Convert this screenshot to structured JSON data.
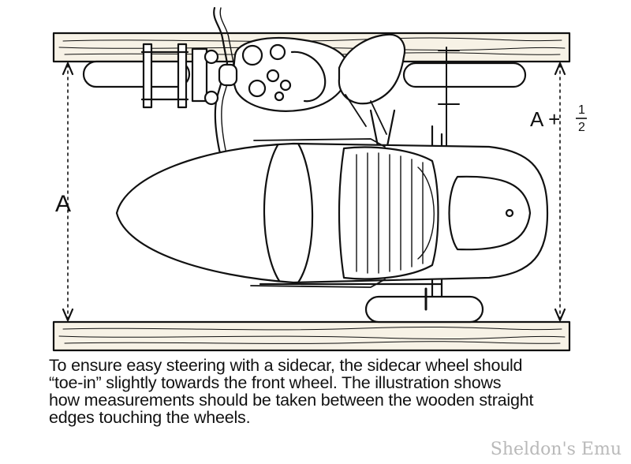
{
  "diagram": {
    "label_left": "A",
    "label_right_main": "A +",
    "label_right_num": "1",
    "label_right_den": "2"
  },
  "caption": {
    "lines": [
      "To ensure easy steering with a sidecar, the sidecar wheel should",
      "“toe-in” slightly towards the front wheel. The illustration shows",
      "how measurements should be taken between the wooden straight",
      "edges touching the wheels."
    ]
  },
  "watermark": "Sheldon's Emu",
  "colors": {
    "ink": "#111111",
    "wood": "#f7f2e6",
    "watermark": "#b9b9b9"
  }
}
